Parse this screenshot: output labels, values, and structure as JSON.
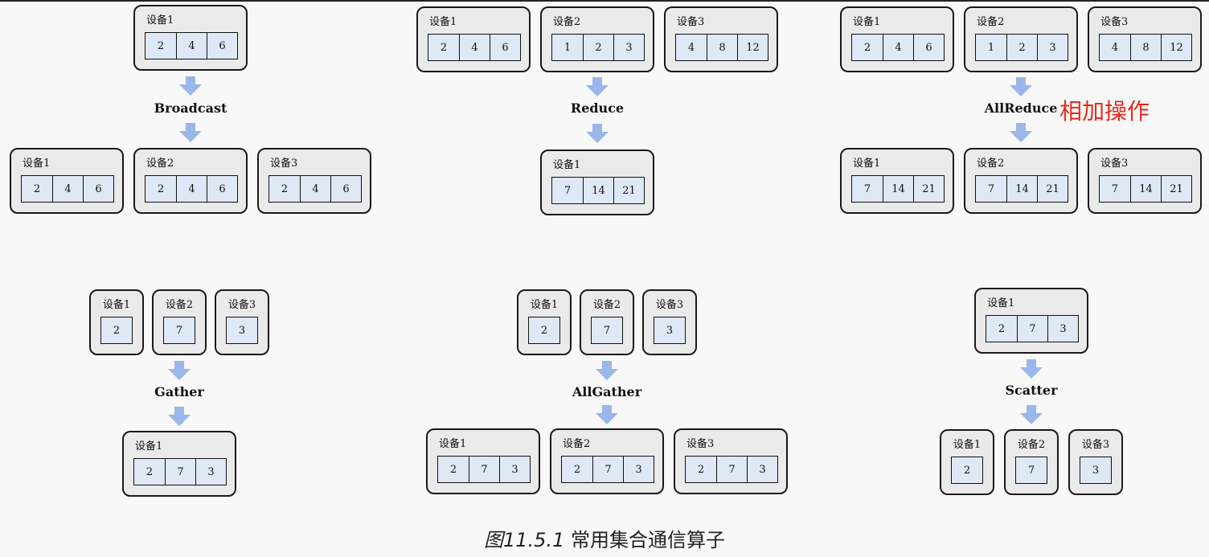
{
  "caption": {
    "number": "图11.5.1",
    "title": "常用集合通信算子"
  },
  "annotation": "相加操作",
  "colors": {
    "device_fill": "#eaeaea",
    "cell_fill": "#dfe8f6",
    "arrow": "#9ab6ea",
    "annotation": "#e8291c"
  },
  "panels": [
    {
      "op": "Broadcast",
      "inputs": [
        {
          "label": "设备1",
          "values": [
            "2",
            "4",
            "6"
          ]
        }
      ],
      "outputs": [
        {
          "label": "设备1",
          "values": [
            "2",
            "4",
            "6"
          ]
        },
        {
          "label": "设备2",
          "values": [
            "2",
            "4",
            "6"
          ]
        },
        {
          "label": "设备3",
          "values": [
            "2",
            "4",
            "6"
          ]
        }
      ]
    },
    {
      "op": "Reduce",
      "inputs": [
        {
          "label": "设备1",
          "values": [
            "2",
            "4",
            "6"
          ]
        },
        {
          "label": "设备2",
          "values": [
            "1",
            "2",
            "3"
          ]
        },
        {
          "label": "设备3",
          "values": [
            "4",
            "8",
            "12"
          ]
        }
      ],
      "outputs": [
        {
          "label": "设备1",
          "values": [
            "7",
            "14",
            "21"
          ]
        }
      ]
    },
    {
      "op": "AllReduce",
      "inputs": [
        {
          "label": "设备1",
          "values": [
            "2",
            "4",
            "6"
          ]
        },
        {
          "label": "设备2",
          "values": [
            "1",
            "2",
            "3"
          ]
        },
        {
          "label": "设备3",
          "values": [
            "4",
            "8",
            "12"
          ]
        }
      ],
      "outputs": [
        {
          "label": "设备1",
          "values": [
            "7",
            "14",
            "21"
          ]
        },
        {
          "label": "设备2",
          "values": [
            "7",
            "14",
            "21"
          ]
        },
        {
          "label": "设备3",
          "values": [
            "7",
            "14",
            "21"
          ]
        }
      ]
    },
    {
      "op": "Gather",
      "inputs": [
        {
          "label": "设备1",
          "values": [
            "2"
          ]
        },
        {
          "label": "设备2",
          "values": [
            "7"
          ]
        },
        {
          "label": "设备3",
          "values": [
            "3"
          ]
        }
      ],
      "outputs": [
        {
          "label": "设备1",
          "values": [
            "2",
            "7",
            "3"
          ]
        }
      ]
    },
    {
      "op": "AllGather",
      "inputs": [
        {
          "label": "设备1",
          "values": [
            "2"
          ]
        },
        {
          "label": "设备2",
          "values": [
            "7"
          ]
        },
        {
          "label": "设备3",
          "values": [
            "3"
          ]
        }
      ],
      "outputs": [
        {
          "label": "设备1",
          "values": [
            "2",
            "7",
            "3"
          ]
        },
        {
          "label": "设备2",
          "values": [
            "2",
            "7",
            "3"
          ]
        },
        {
          "label": "设备3",
          "values": [
            "2",
            "7",
            "3"
          ]
        }
      ]
    },
    {
      "op": "Scatter",
      "inputs": [
        {
          "label": "设备1",
          "values": [
            "2",
            "7",
            "3"
          ]
        }
      ],
      "outputs": [
        {
          "label": "设备1",
          "values": [
            "2"
          ]
        },
        {
          "label": "设备2",
          "values": [
            "7"
          ]
        },
        {
          "label": "设备3",
          "values": [
            "3"
          ]
        }
      ]
    }
  ]
}
